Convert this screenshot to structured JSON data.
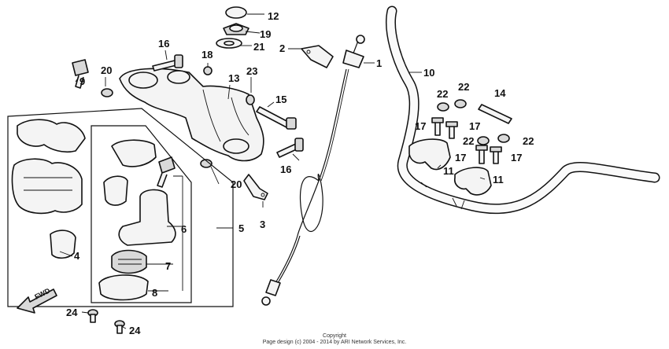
{
  "callouts": {
    "c1": "1",
    "c2": "2",
    "c3": "3",
    "c4": "4",
    "c5": "5",
    "c6": "6",
    "c7": "7",
    "c8": "8",
    "c9": "9",
    "c10": "10",
    "c11a": "11",
    "c11b": "11",
    "c12": "12",
    "c13": "13",
    "c14": "14",
    "c15": "15",
    "c16a": "16",
    "c16b": "16",
    "c17a": "17",
    "c17b": "17",
    "c17c": "17",
    "c17d": "17",
    "c19": "19",
    "c18": "18",
    "c20a": "20",
    "c20b": "20",
    "c21": "21",
    "c22a": "22",
    "c22b": "22",
    "c22c": "22",
    "c22d": "22",
    "c23": "23",
    "c24a": "24",
    "c24b": "24"
  },
  "fwd_label": "FWD",
  "copyright": {
    "line1": "Copyright",
    "line2": "Page design (c) 2004 - 2014 by ARI Network Services, Inc."
  }
}
